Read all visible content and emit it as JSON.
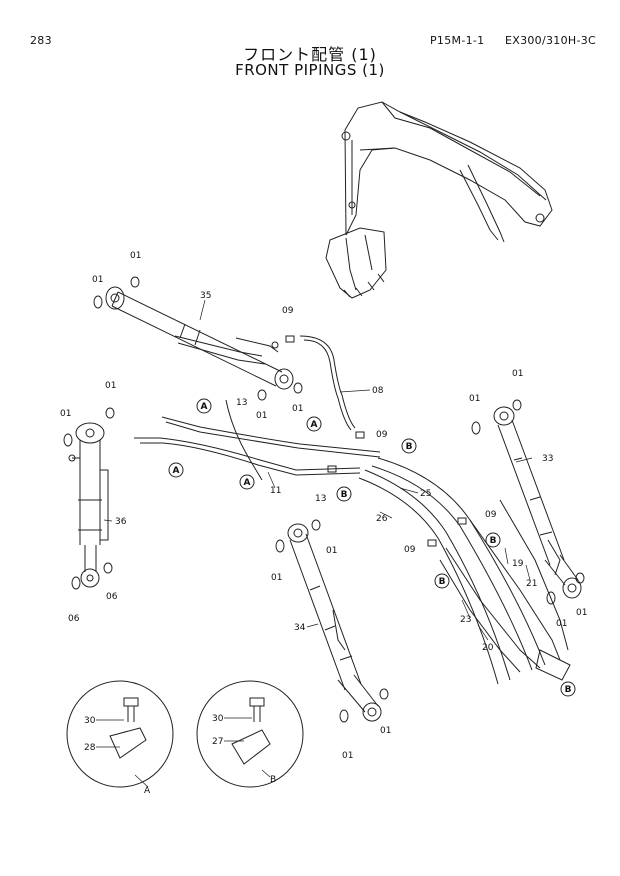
{
  "header": {
    "page_number": "283",
    "page_code": "P15M-1-1",
    "model": "EX300/310H-3C"
  },
  "title": {
    "japanese": "フロント配管 (1)",
    "english": "FRONT PIPINGS (1)"
  },
  "part_labels": {
    "p35": "35",
    "p36": "36",
    "p33": "33",
    "p34": "34",
    "p08": "08",
    "p11": "11",
    "p25": "25",
    "p26": "26",
    "p23": "23",
    "p20": "20",
    "p19": "19",
    "p21": "21",
    "p01": "01",
    "p06": "06",
    "p09": "09",
    "p13": "13",
    "p30": "30",
    "p28": "28",
    "p27": "27"
  },
  "ref_marks": {
    "a": "A",
    "b": "B"
  },
  "detail_captions": {
    "a": "A",
    "b": "B"
  }
}
